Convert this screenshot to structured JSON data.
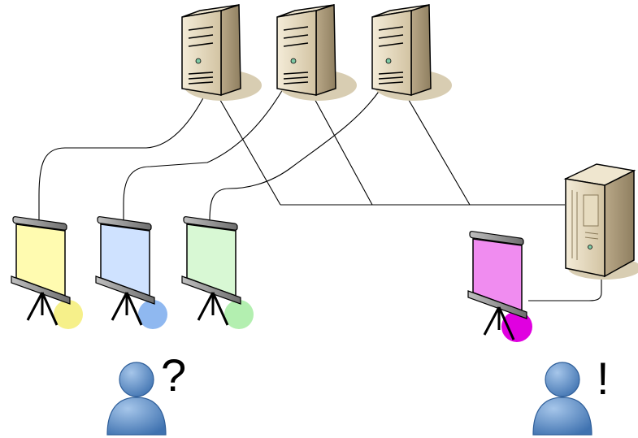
{
  "diagram": {
    "towers": [
      {
        "id": "server-1",
        "kind": "tower"
      },
      {
        "id": "server-2",
        "kind": "tower"
      },
      {
        "id": "server-3",
        "kind": "tower"
      }
    ],
    "rack_server": {
      "id": "server-4",
      "kind": "rack"
    },
    "screens": [
      {
        "id": "screen-yellow",
        "color": "#fffbb0",
        "accent": "#f6f08a"
      },
      {
        "id": "screen-blue",
        "color": "#cfe2ff",
        "accent": "#8fb8f0"
      },
      {
        "id": "screen-green",
        "color": "#d8f8d4",
        "accent": "#b3efb0"
      },
      {
        "id": "screen-magenta",
        "color": "#f08cf0",
        "accent": "#e000e0"
      }
    ],
    "users": [
      {
        "id": "user-confused",
        "symbol": "?"
      },
      {
        "id": "user-informed",
        "symbol": "!"
      }
    ]
  }
}
